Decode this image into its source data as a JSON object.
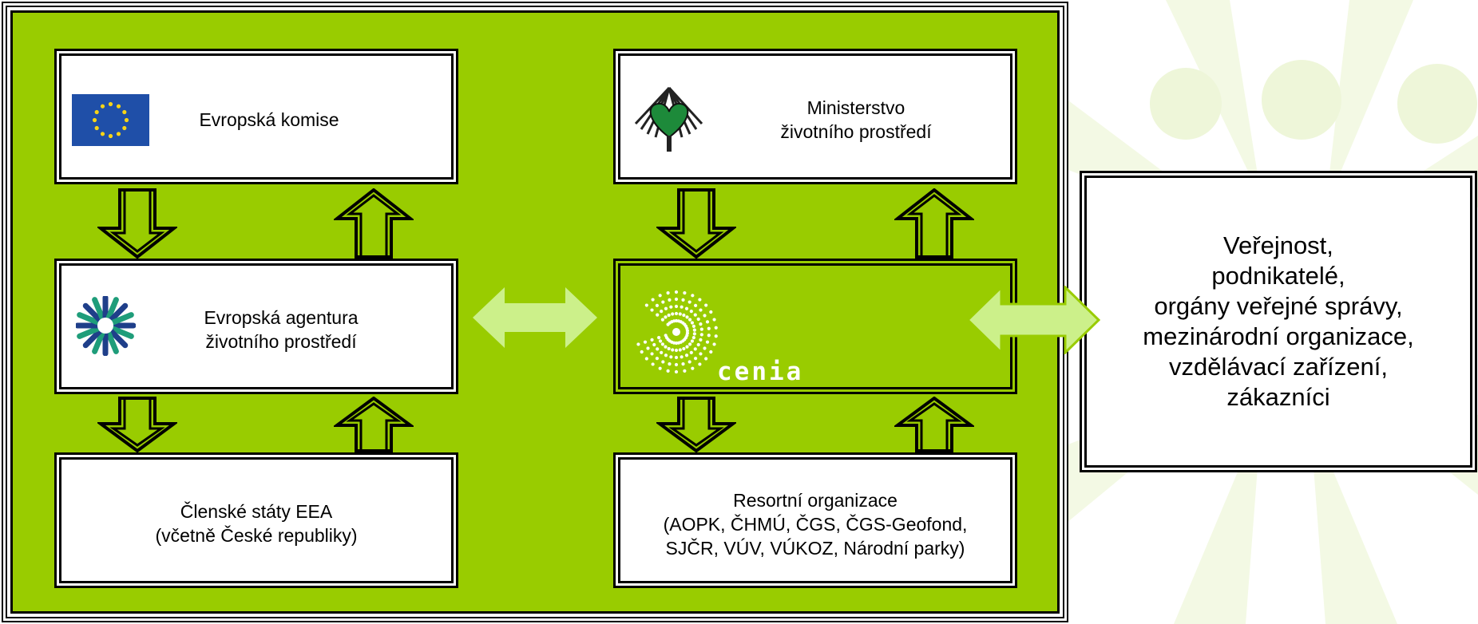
{
  "boxes": {
    "commission": {
      "label": "Evropská komise"
    },
    "ministry": {
      "line1": "Ministerstvo",
      "line2": "životního prostředí"
    },
    "eea": {
      "line1": "Evropská agentura",
      "line2": "životního prostředí"
    },
    "cenia": {
      "logo_text": "cenia"
    },
    "member_states": {
      "line1": "Členské státy EEA",
      "line2": "(včetně České republiky)"
    },
    "departmental": {
      "line1": "Resortní organizace",
      "line2": "(AOPK, ČHMÚ, ČGS, ČGS-Geofond,",
      "line3": "SJČR, VÚV, VÚKOZ, Národní parky)"
    },
    "public": {
      "lines": [
        "Veřejnost,",
        "podnikatelé,",
        "orgány veřejné správy,",
        "mezinárodní organizace,",
        "vzdělávací zařízení,",
        "zákazníci"
      ]
    }
  },
  "icons": {
    "eu_flag": "eu-flag-icon",
    "ministry_logo": "ministry-tree-heart-logo",
    "eea_logo": "eea-logo",
    "cenia_logo": "cenia-sunburst-logo"
  },
  "colors": {
    "green": "#99cc00",
    "light_green_arrow": "#ccf08a",
    "eu_blue": "#1f4fa8",
    "eu_star": "#f7d417"
  }
}
